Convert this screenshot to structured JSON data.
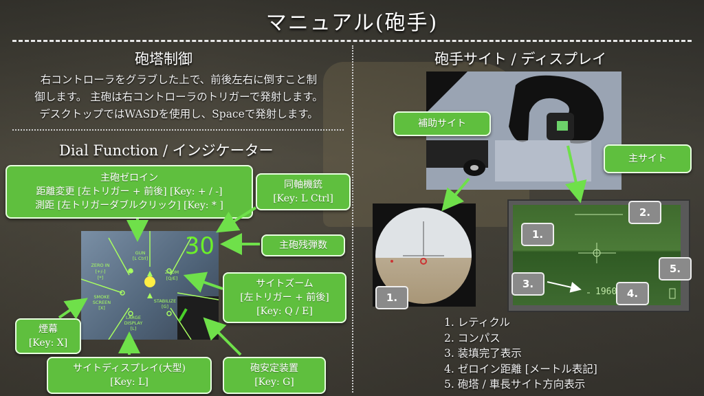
{
  "title": "マニュアル(砲手)",
  "left": {
    "turret_heading": "砲塔制御",
    "turret_text": [
      "右コントローラをグラブした上で、前後左右に倒すこと制",
      "御します。 主砲は右コントローラのトリガーで発射します。",
      "デスクトップではWASDを使用し、Spaceで発射します。"
    ],
    "dial_heading": "Dial Function / インジケーター",
    "ammo_count": "30",
    "dial_labels": {
      "gun": "GUN\n[L Ctrl]",
      "zero_in": "ZERO IN\n[+/-]\n[*]",
      "zoom": "ZOOM\n[Q/E]",
      "smoke": "SMOKE\nSCREEN\n[X]",
      "large_display": "LARGE\nDISPLAY\n[L]",
      "stabilize": "STABILIZE\n[G]"
    },
    "boxes": {
      "zero": [
        "主砲ゼロイン",
        "距離変更 [左トリガー + 前後] [Key: + / -]",
        "測距 [左トリガーダブルクリック] [Key: * ]"
      ],
      "coax": [
        "同軸機銃",
        "[Key: L Ctrl]"
      ],
      "ammo": [
        "主砲残弾数"
      ],
      "zoom": [
        "サイトズーム",
        "[左トリガー + 前後]",
        "[Key: Q / E]"
      ],
      "smoke": [
        "煙幕",
        "[Key: X]"
      ],
      "display": [
        "サイトディスプレイ(大型)",
        "[Key: L]"
      ],
      "stabilizer": [
        "砲安定装置",
        "[Key: G]"
      ]
    }
  },
  "right": {
    "heading": "砲手サイト / ディスプレイ",
    "aux_sight_label": "補助サイト",
    "main_sight_label": "主サイト",
    "range_readout": "1960",
    "tags": [
      "1.",
      "2.",
      "3.",
      "4.",
      "5.",
      "1."
    ],
    "legend": [
      "1.  レティクル",
      "2.  コンパス",
      "3.  装填完了表示",
      "4.  ゼロイン距離 [メートル表記]",
      "5.  砲塔 / 車長サイト方向表示"
    ]
  },
  "colors": {
    "box_green": "#5fbf3e",
    "ammo_green": "#6cf02a",
    "tag_gray": "#8a8a8a"
  }
}
